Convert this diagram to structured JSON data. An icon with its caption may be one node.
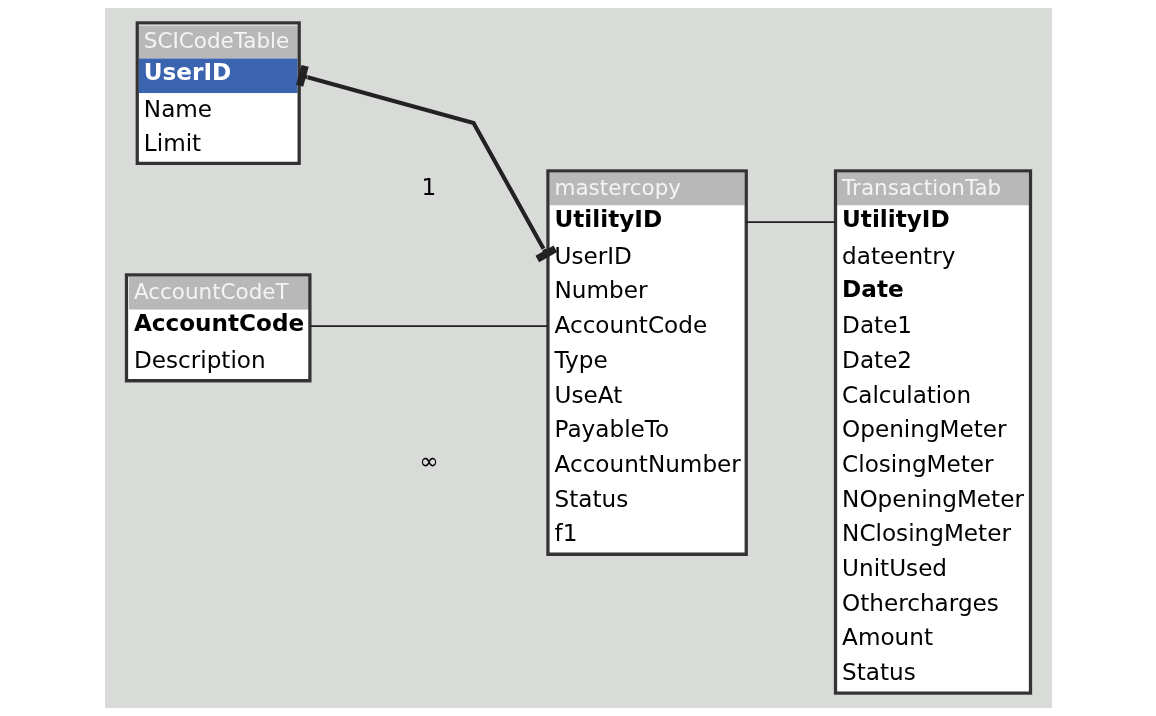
{
  "diagram": {
    "nodes": [
      {
        "text": [
          "SCICodeTable",
          "UserID",
          "Name",
          "Limit"
        ]
      },
      {
        "text": [
          "mastercopy",
          "UtilityID",
          "UserID",
          "Number",
          "AccountCode",
          "Type",
          "UseAt",
          "PayableTo",
          "AccountNumber",
          "Status",
          "f1"
        ]
      },
      {
        "text": [
          "TransactionTab",
          "UtilityID",
          "dateentry",
          "Date",
          "Date1",
          "Date2",
          "Calculation",
          "OpeningMeter",
          "ClosingMeter",
          "NOpeningMeter",
          "NClosingMeter",
          "UnitUsed",
          "Othercharges",
          "Amount",
          "Status"
        ]
      },
      {
        "text": [
          "AccountCodeT",
          "AccountCode",
          "Description"
        ]
      }
    ],
    "edges": [
      {
        "from": 0,
        "to": 1,
        "arrow": "other",
        "style": "thick"
      },
      {
        "from": 3,
        "to": 1,
        "arrow": "none"
      },
      {
        "from": 1,
        "to": 2,
        "arrow": "none"
      }
    ],
    "labels": [
      "1",
      "∞"
    ]
  }
}
